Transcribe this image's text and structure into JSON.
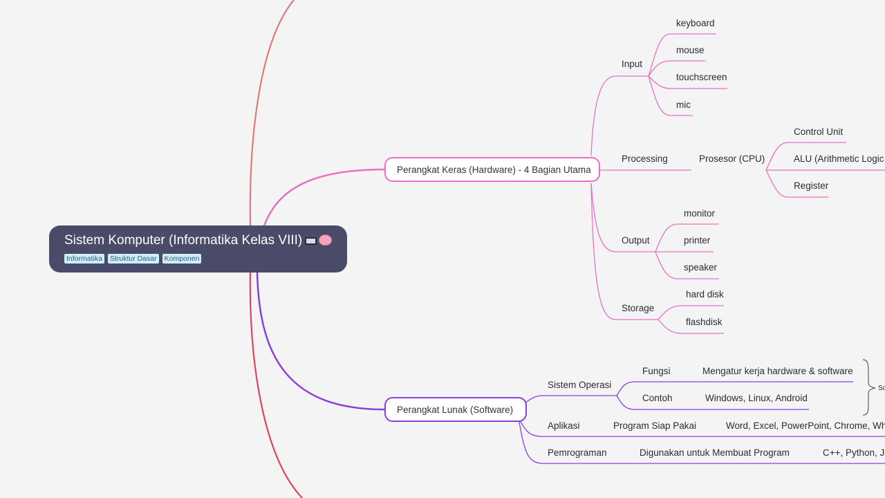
{
  "root": {
    "title": "Sistem Komputer (Informatika Kelas VIII)",
    "tags": [
      "Informatika",
      "Struktur Dasar",
      "Komponen"
    ]
  },
  "hardware": {
    "label": "Perangkat Keras (Hardware) - 4 Bagian Utama",
    "input": {
      "label": "Input",
      "items": [
        "keyboard",
        "mouse",
        "touchscreen",
        "mic"
      ]
    },
    "processing": {
      "label": "Processing",
      "cpu": "Prosesor (CPU)",
      "items": [
        "Control Unit",
        "ALU (Arithmetic Logic",
        "Register"
      ]
    },
    "output": {
      "label": "Output",
      "items": [
        "monitor",
        "printer",
        "speaker"
      ]
    },
    "storage": {
      "label": "Storage",
      "items": [
        "hard disk",
        "flashdisk"
      ]
    }
  },
  "software": {
    "label": "Perangkat Lunak (Software)",
    "os": {
      "label": "Sistem Operasi",
      "fungsi": "Fungsi",
      "fungsi_value": "Mengatur kerja hardware & software",
      "contoh": "Contoh",
      "contoh_value": "Windows, Linux, Android",
      "summary_cut": "So"
    },
    "apps": {
      "label": "Aplikasi",
      "sub": "Program Siap Pakai",
      "value": "Word, Excel, PowerPoint, Chrome, Wha"
    },
    "prog": {
      "label": "Pemrograman",
      "sub": "Digunakan untuk Membuat Program",
      "value": "C++, Python, Ja"
    }
  },
  "colors": {
    "background": "#f4f4f5",
    "root": "#4a4b68",
    "hardware": "#ea6fc4",
    "software": "#8a3ee0",
    "outer_top": "#e07a7a",
    "outer_bottom": "#e0445a"
  }
}
